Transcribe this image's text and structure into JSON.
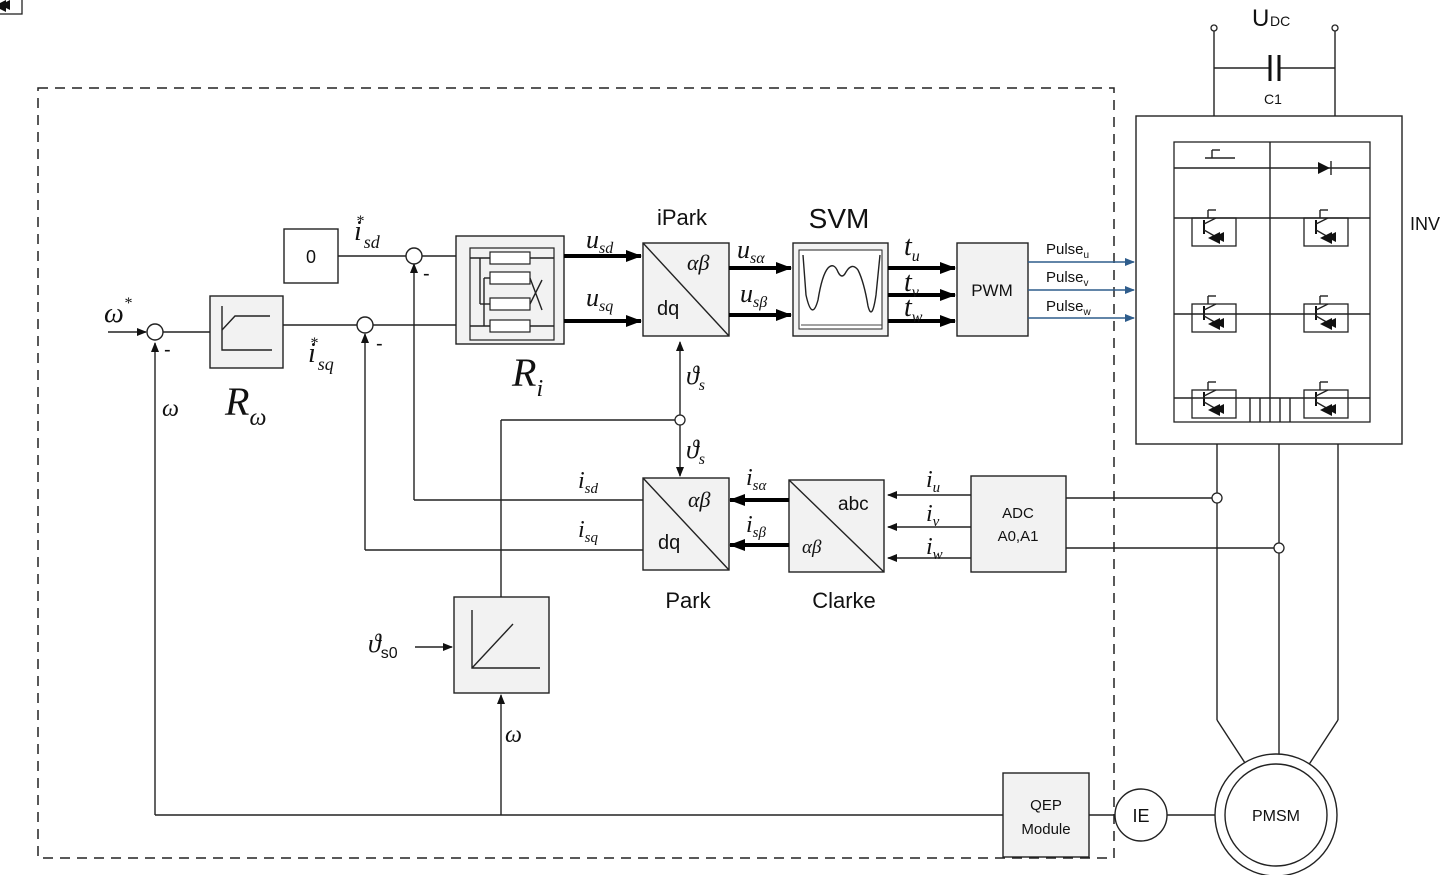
{
  "labels": {
    "udc": "U",
    "udc_sub": "DC",
    "c1": "C1",
    "inv": "INV",
    "zero": "0",
    "ipark": "iPark",
    "svm": "SVM",
    "pwm": "PWM",
    "park": "Park",
    "clarke": "Clarke",
    "adc_line1": "ADC",
    "adc_line2": "A0,A1",
    "qep_line1": "QEP",
    "qep_line2": "Module",
    "ie": "IE",
    "pmsm": "PMSM",
    "alpha_beta": "αβ",
    "dq": "dq",
    "abc": "abc",
    "minus": "-"
  },
  "pulses": [
    {
      "main": "Pulse",
      "sub": "u"
    },
    {
      "main": "Pulse",
      "sub": "v"
    },
    {
      "main": "Pulse",
      "sub": "w"
    }
  ],
  "symbols": {
    "omega_ref": "ω",
    "omega": "ω",
    "star": "*",
    "isd_ref_main": "i",
    "isd_ref_sub": "sd",
    "isq_ref_main": "i",
    "isq_ref_sub": "sq",
    "r_omega_main": "R",
    "r_omega_sub": "ω",
    "ri_main": "R",
    "ri_sub": "i",
    "usd_main": "u",
    "usd_sub": "sd",
    "usq_main": "u",
    "usq_sub": "sq",
    "usalpha_main": "u",
    "usalpha_sub": "sα",
    "usbeta_main": "u",
    "usbeta_sub": "sβ",
    "tu_main": "t",
    "tu_sub": "u",
    "tv_main": "t",
    "tv_sub": "v",
    "tw_main": "t",
    "tw_sub": "w",
    "theta_main": "ϑ",
    "theta_sub": "s",
    "theta0_sub": "s0",
    "isd_main": "i",
    "isd_sub": "sd",
    "isq_main": "i",
    "isq_sub": "sq",
    "isalpha_main": "i",
    "isalpha_sub": "sα",
    "isbeta_main": "i",
    "isbeta_sub": "sβ",
    "iu_main": "i",
    "iu_sub": "u",
    "iv_main": "i",
    "iv_sub": "v",
    "iw_main": "i",
    "iw_sub": "w"
  }
}
